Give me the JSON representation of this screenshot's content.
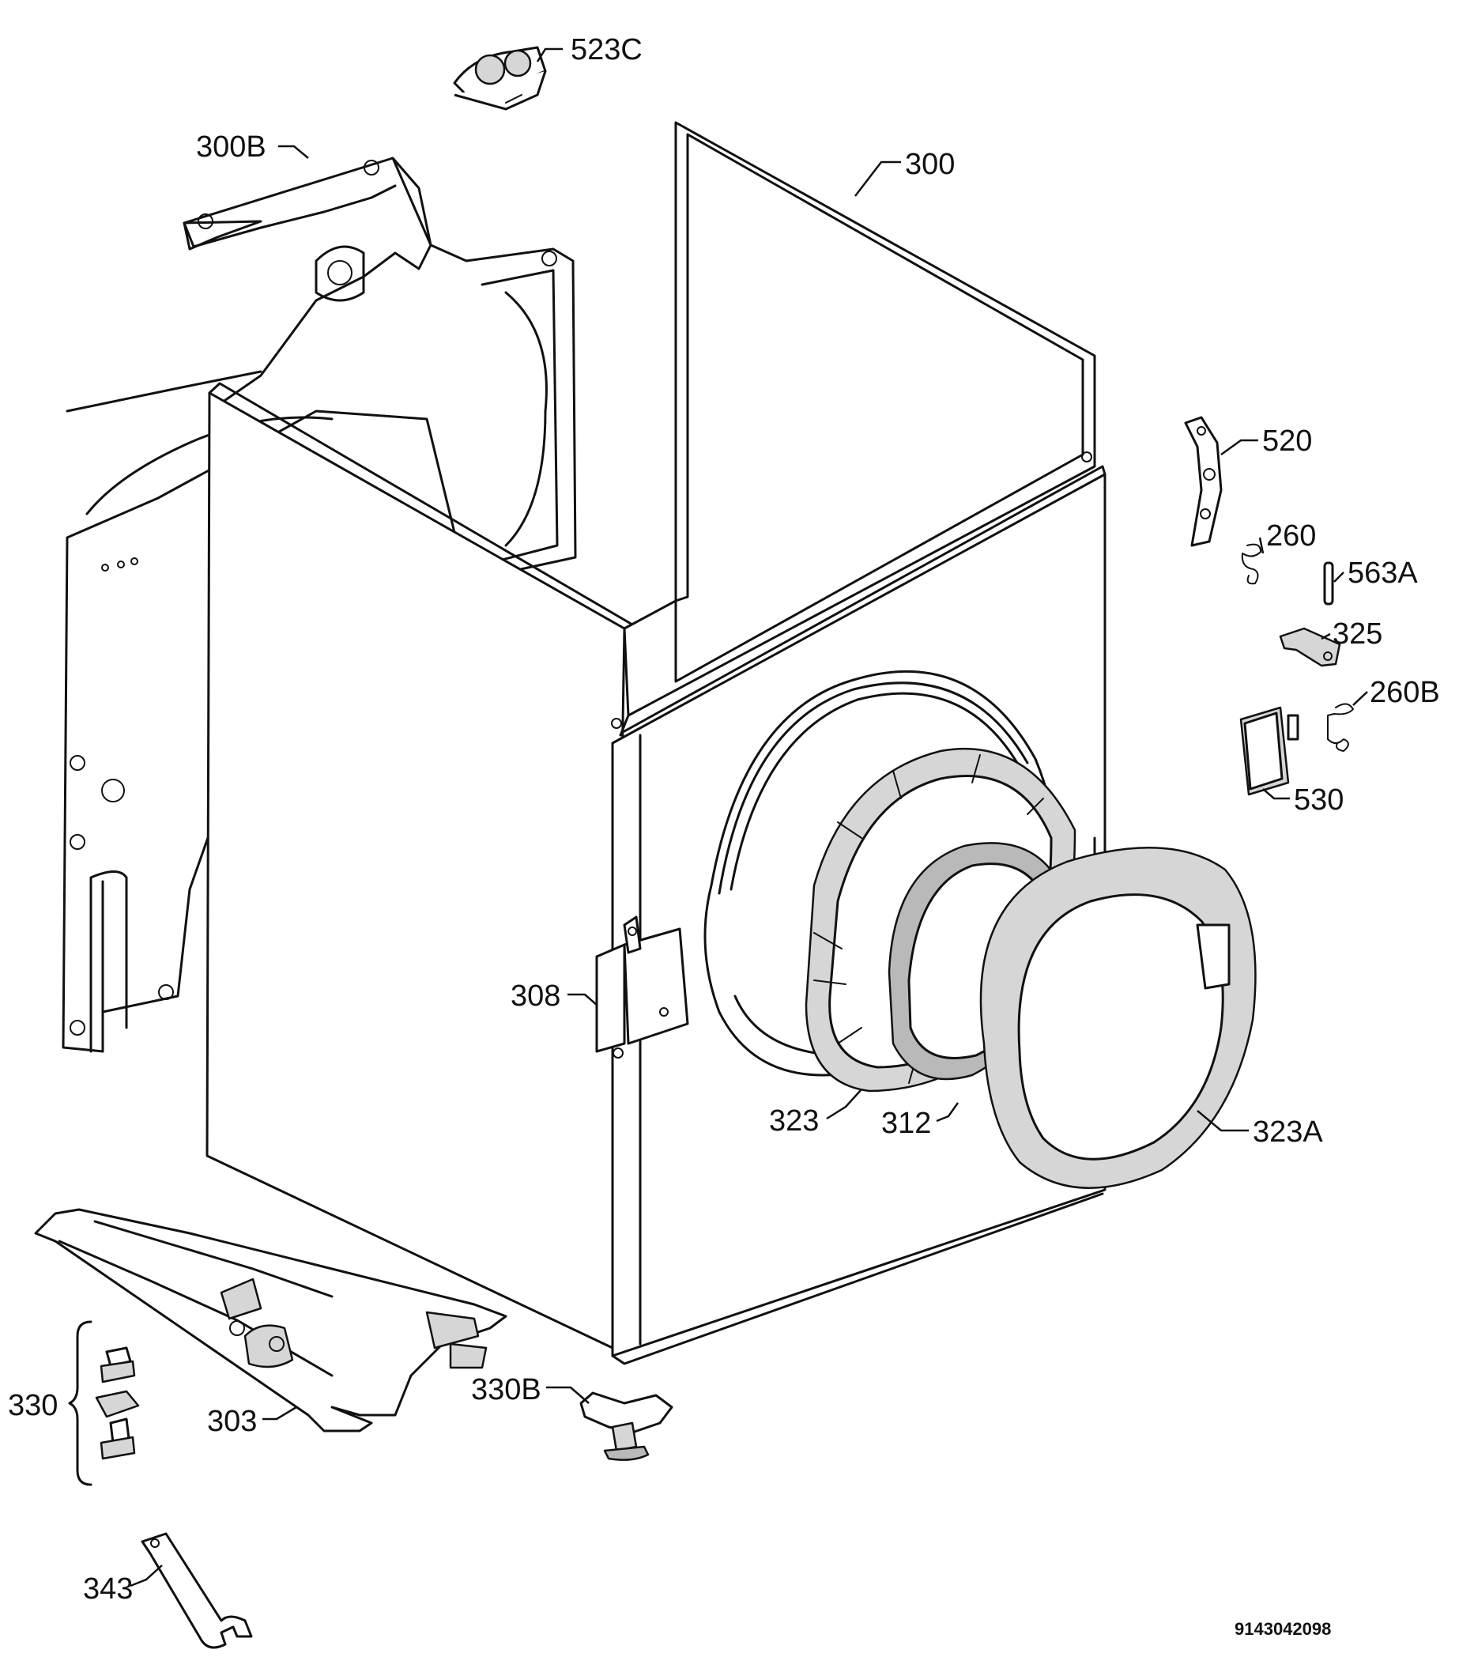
{
  "diagram": {
    "drawing_code": "9143042098",
    "callouts": [
      {
        "key": "523C",
        "label": "523C"
      },
      {
        "key": "300B",
        "label": "300B"
      },
      {
        "key": "300",
        "label": "300"
      },
      {
        "key": "520",
        "label": "520"
      },
      {
        "key": "260",
        "label": "260"
      },
      {
        "key": "563A",
        "label": "563A"
      },
      {
        "key": "325",
        "label": "325"
      },
      {
        "key": "260B",
        "label": "260B"
      },
      {
        "key": "530",
        "label": "530"
      },
      {
        "key": "308",
        "label": "308"
      },
      {
        "key": "323",
        "label": "323"
      },
      {
        "key": "312",
        "label": "312"
      },
      {
        "key": "323A",
        "label": "323A"
      },
      {
        "key": "330B",
        "label": "330B"
      },
      {
        "key": "330",
        "label": "330"
      },
      {
        "key": "303",
        "label": "303"
      },
      {
        "key": "343",
        "label": "343"
      }
    ]
  }
}
